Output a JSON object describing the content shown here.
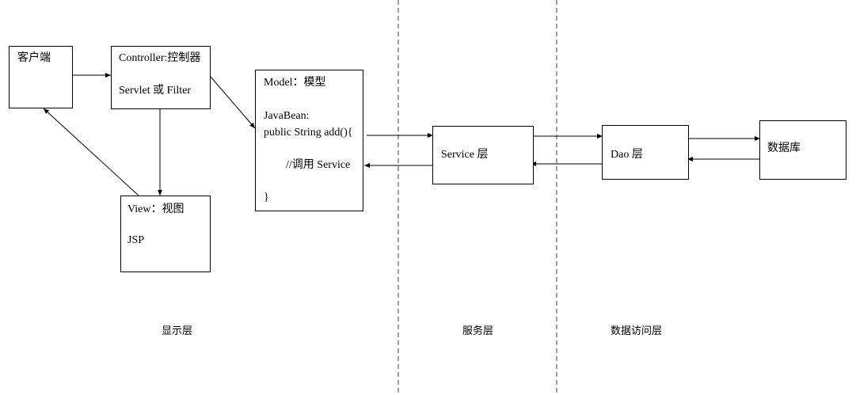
{
  "nodes": {
    "client": {
      "label": "客户端"
    },
    "controller": {
      "title": "Controller:控制器",
      "detail": "Servlet 或 Filter"
    },
    "view": {
      "title": "View：视图",
      "detail": "JSP"
    },
    "model": {
      "title": "Model：模型",
      "line1": "JavaBean:",
      "line2": "public String add(){",
      "line3": "//调用 Service",
      "line4": "}"
    },
    "service": {
      "label": "Service 层"
    },
    "dao": {
      "label": "Dao 层"
    },
    "database": {
      "label": "数据库"
    }
  },
  "layers": {
    "presentation": "显示层",
    "service": "服务层",
    "data_access": "数据访问层"
  },
  "colors": {
    "line": "#000000",
    "divider": "#7f7f7f"
  }
}
